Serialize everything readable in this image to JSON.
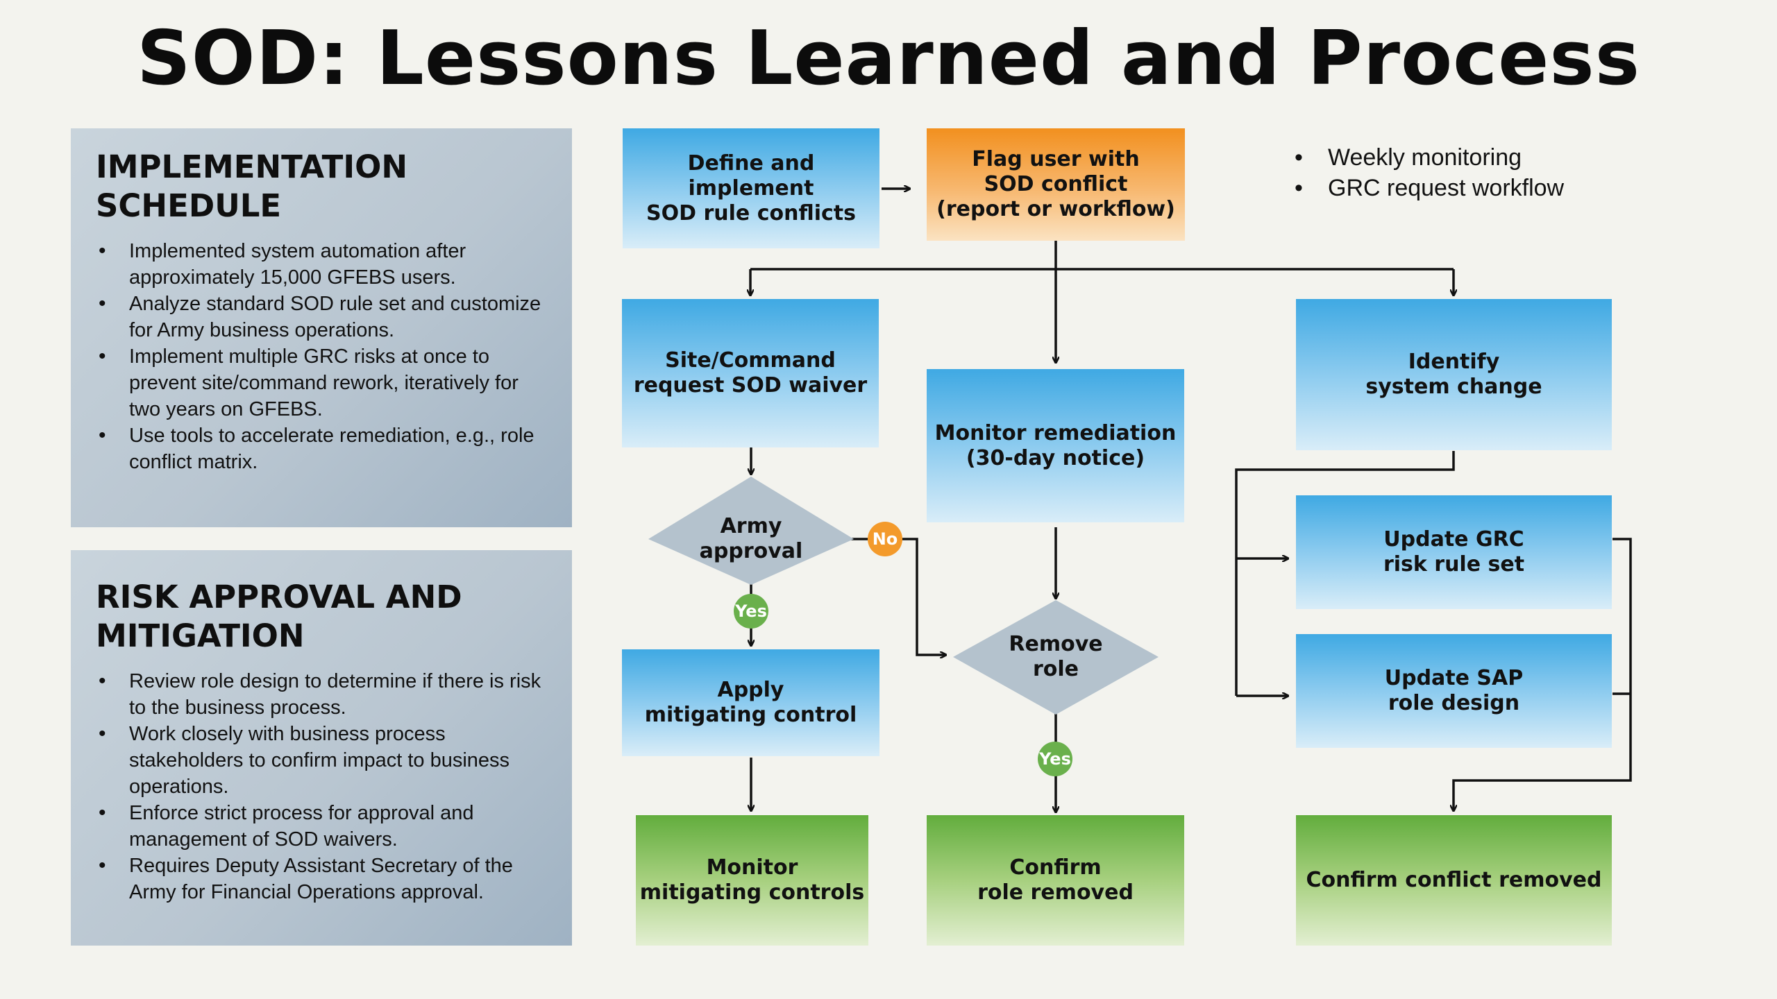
{
  "title": "SOD: Lessons Learned and Process",
  "implementation": {
    "heading": "IMPLEMENTATION\nSCHEDULE",
    "items": [
      "Implemented system automation after approximately 15,000 GFEBS users.",
      "Analyze standard SOD rule set and customize for Army business operations.",
      "Implement multiple GRC risks at once to prevent site/command rework, iteratively for two years on GFEBS.",
      "Use tools to accelerate remediation, e.g., role conflict matrix."
    ]
  },
  "risk": {
    "heading": "RISK APPROVAL AND\nMITIGATION",
    "items": [
      "Review role design to determine if there is risk to the business process.",
      "Work closely with business process stakeholders to confirm impact to business operations.",
      "Enforce strict process for approval and management of SOD waivers.",
      "Requires Deputy Assistant Secretary of the Army for Financial Operations approval."
    ]
  },
  "notes": [
    "Weekly monitoring",
    "GRC request workflow"
  ],
  "flow": {
    "define": "Define and implement\nSOD rule conflicts",
    "flag": "Flag user with\nSOD conflict\n(report or workflow)",
    "waiver": "Site/Command\nrequest SOD waiver",
    "monitor_remediation": "Monitor remediation\n(30-day notice)",
    "identify": "Identify\nsystem change",
    "army_approval": "Army\napproval",
    "remove_role": "Remove\nrole",
    "apply": "Apply\nmitigating control",
    "update_grc": "Update GRC\nrisk rule set",
    "update_sap": "Update SAP\nrole design",
    "monitor_controls": "Monitor\nmitigating controls",
    "confirm_role": "Confirm\nrole removed",
    "confirm_conflict": "Confirm conflict removed",
    "yes": "Yes",
    "no": "No"
  },
  "colors": {
    "blue": "#3fa9e3",
    "orange": "#f2901f",
    "green": "#62ad3d",
    "panel": "#b9c6d1",
    "diamond": "#aebdca"
  }
}
